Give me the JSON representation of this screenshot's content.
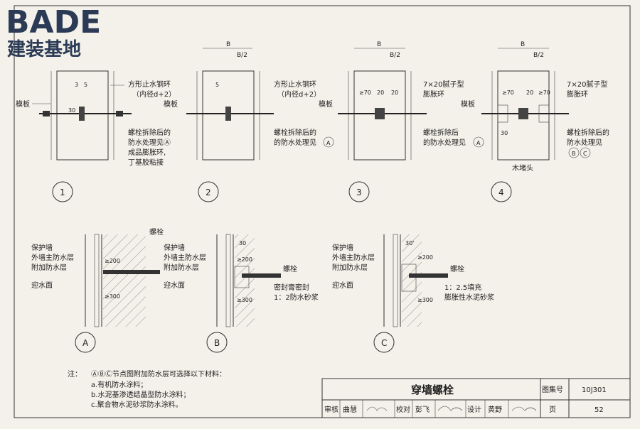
{
  "brand": {
    "latin": "BADE",
    "chinese": "建装基地",
    "color": "#2b3a55"
  },
  "dims": {
    "B": "B",
    "B2": "B/2",
    "d3": "3",
    "d5": "5",
    "d30": "30",
    "d20": "20",
    "d70": "≥70",
    "d200": "≥200",
    "d300": "≥300",
    "d30b": "30'"
  },
  "labels": {
    "ring": "方形止水钢环",
    "ring_dia": "（内径d+2）",
    "formwork": "模板",
    "after_removal": "螺栓拆除后的",
    "treatment_a": "防水处理见Ⓐ",
    "treatment": "的防水处理见",
    "treatment_b": "防水处理见",
    "expansion_ring": "成品膨胀环,",
    "butyl": "丁基胶粘接",
    "putty": "7×20腻子型",
    "putty_ring": "膨胀环",
    "bolt_remove": "螺栓拆除后",
    "wood_plug": "木堵头",
    "protect_wall": "保护墙",
    "main_layer": "外墙主防水层",
    "extra_layer": "附加防水层",
    "water_face": "迎水面",
    "bolt": "螺栓",
    "sealant": "密封膏密封",
    "mortar": "1：2防水砂浆",
    "fill1": "1：2.5填充",
    "fill2": "膨胀性水泥砂浆"
  },
  "node_refs": {
    "A": "A",
    "B": "B",
    "C": "C"
  },
  "details": [
    "1",
    "2",
    "3",
    "4"
  ],
  "sections": [
    "A",
    "B",
    "C"
  ],
  "notes": {
    "prefix": "注：",
    "line1": "ⒶⒷⒸ节点图附加防水层可选择以下材料：",
    "items": [
      "a.有机防水涂料；",
      "b.水泥基渗透结晶型防水涂料；",
      "c.聚合物水泥砂浆防水涂料。"
    ]
  },
  "titleblock": {
    "title": "穿墙螺栓",
    "atlas_label": "图集号",
    "atlas_no": "10J301",
    "review": "审核",
    "reviewer": "曲慧",
    "check": "校对",
    "checker": "彭飞",
    "design": "设计",
    "designer": "黄野",
    "page_label": "页",
    "page_no": "52"
  }
}
